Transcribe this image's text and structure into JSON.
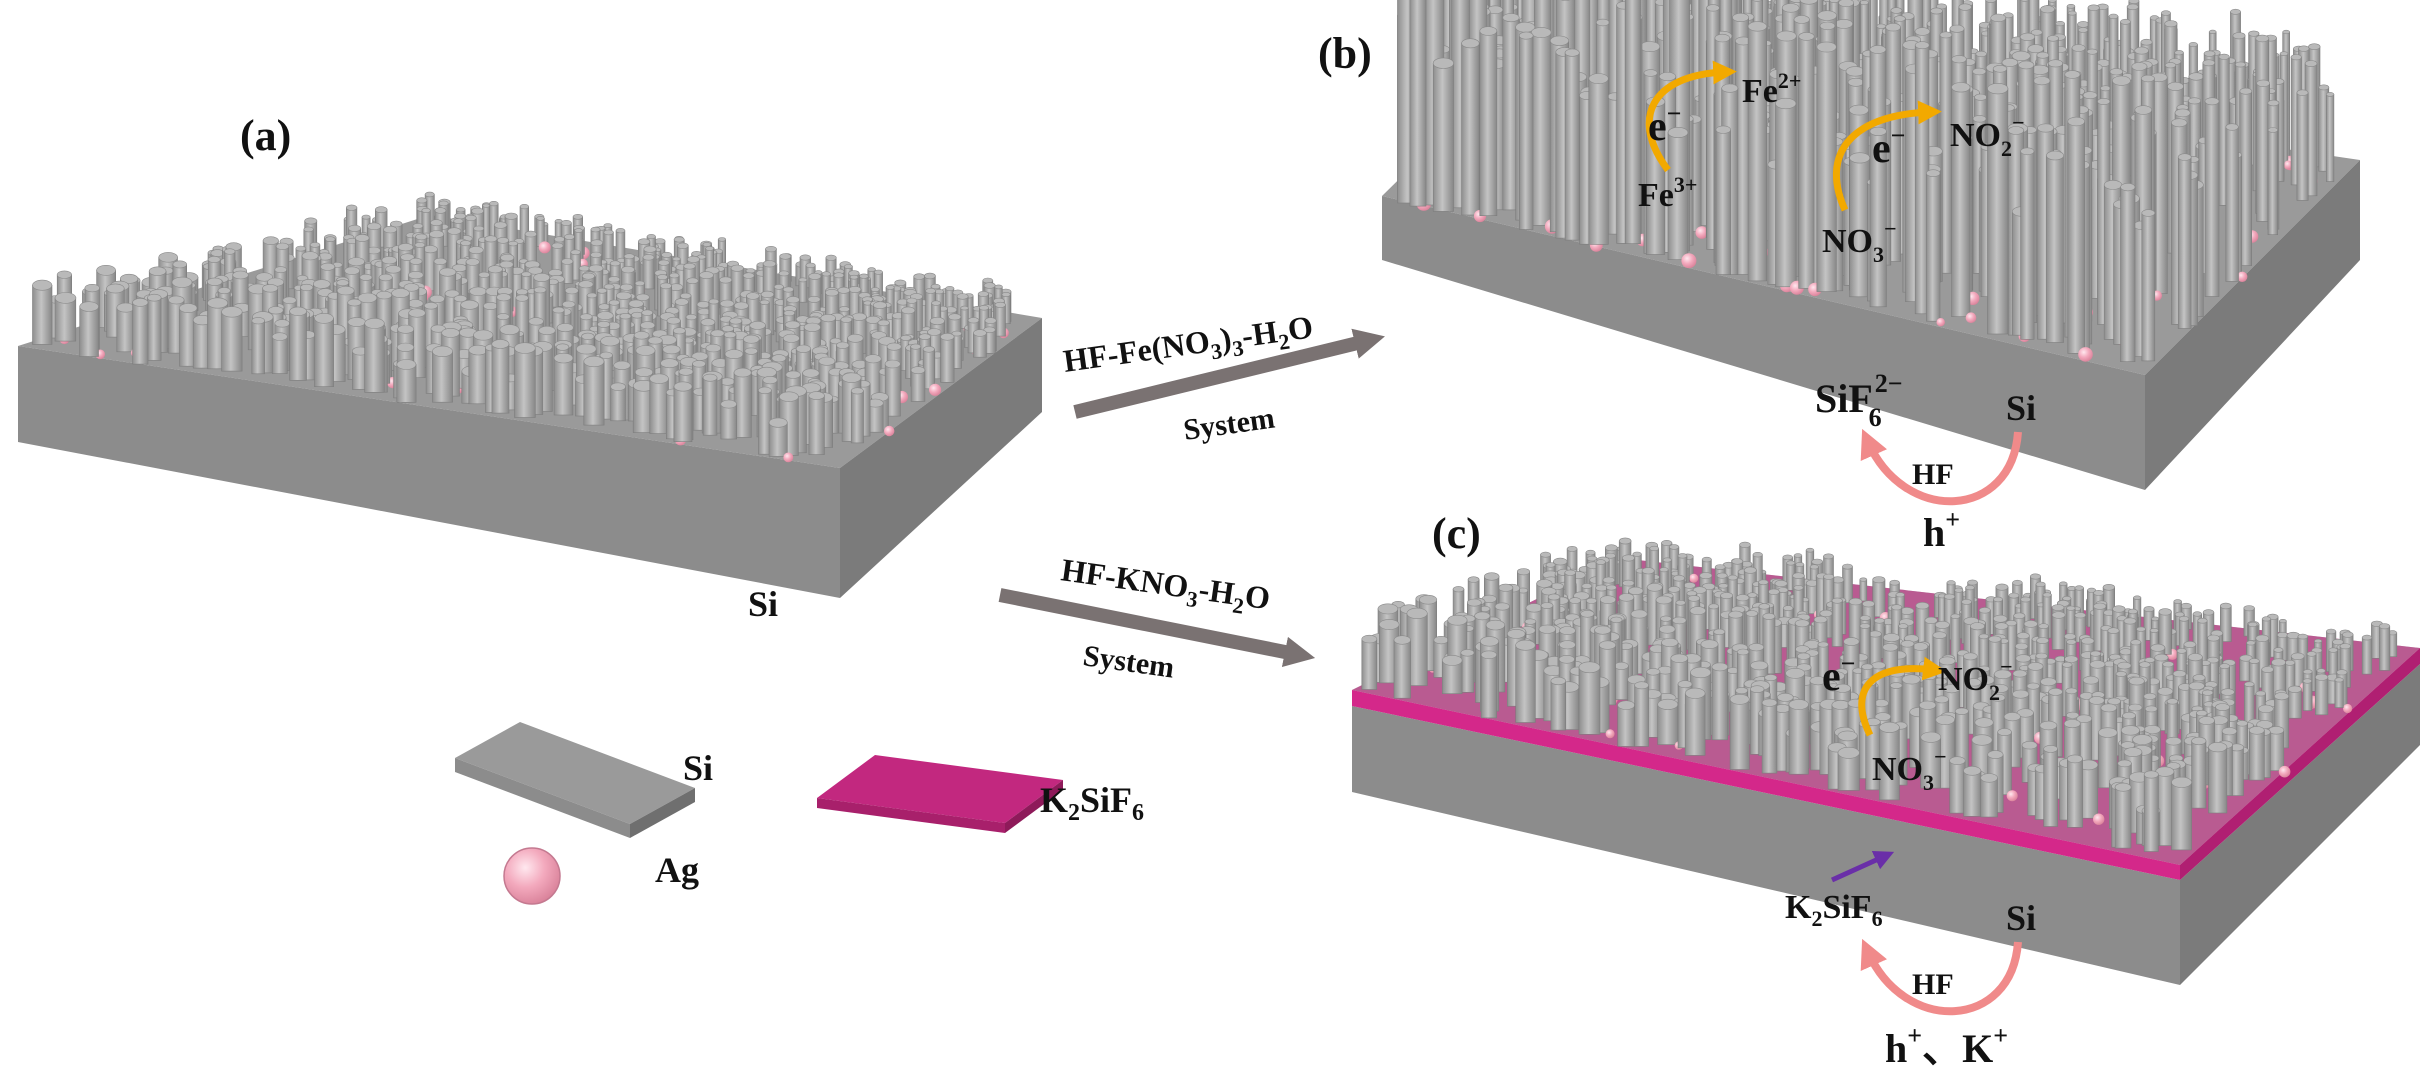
{
  "panels": {
    "a": {
      "label": "(a)",
      "substrate": "Si"
    },
    "b": {
      "label": "(b)",
      "reaction1": {
        "electron": "e",
        "electron_sup": "−",
        "from": "Fe",
        "from_sup": "3+",
        "to": "Fe",
        "to_sup": "2+"
      },
      "reaction2": {
        "electron": "e",
        "electron_sup": "−",
        "from": "NO",
        "from_sub": "3",
        "from_sup": "−",
        "to": "NO",
        "to_sub": "2",
        "to_sup": "−"
      },
      "product": {
        "base": "SiF",
        "sub": "6",
        "sup": "2−"
      },
      "substrate": "Si",
      "cycle_label": "HF",
      "carrier": {
        "base": "h",
        "sup": "+"
      }
    },
    "c": {
      "label": "(c)",
      "reaction": {
        "electron": "e",
        "electron_sup": "−",
        "from": "NO",
        "from_sub": "3",
        "from_sup": "−",
        "to": "NO",
        "to_sub": "2",
        "to_sup": "−"
      },
      "product": {
        "k": "K",
        "k_sub": "2",
        "si": "SiF",
        "f_sub": "6"
      },
      "substrate": "Si",
      "cycle_label": "HF",
      "carrier": {
        "h": "h",
        "h_sup": "+",
        "sep": "、",
        "k": "K",
        "k_sup": "+"
      }
    }
  },
  "arrows": {
    "top": {
      "pre": "HF-Fe(NO",
      "sub": "3",
      "post": ")",
      "sub2": "3",
      "tail": "-H",
      "sub3": "2",
      "end": "O",
      "line2": "System"
    },
    "bottom": {
      "pre": "HF-KNO",
      "sub": "3",
      "tail": "-H",
      "sub2": "2",
      "end": "O",
      "line2": "System"
    }
  },
  "legend": {
    "si": "Si",
    "ag": "Ag",
    "k2sif6": {
      "k": "K",
      "k_sub": "2",
      "si": "SiF",
      "f_sub": "6"
    }
  },
  "colors": {
    "silicon_top": "#9a9a9a",
    "silicon_front": "#8c8c8c",
    "silicon_side": "#7b7b7b",
    "pillar": "#a6a6a6",
    "silver": "#f0a8bc",
    "k2sif6": "#d4288a",
    "electron_arrow": "#f2a900",
    "hole_arrow": "#f08a8a",
    "process_arrow": "#7a7272",
    "marker_arrow": "#6a2fa8"
  }
}
